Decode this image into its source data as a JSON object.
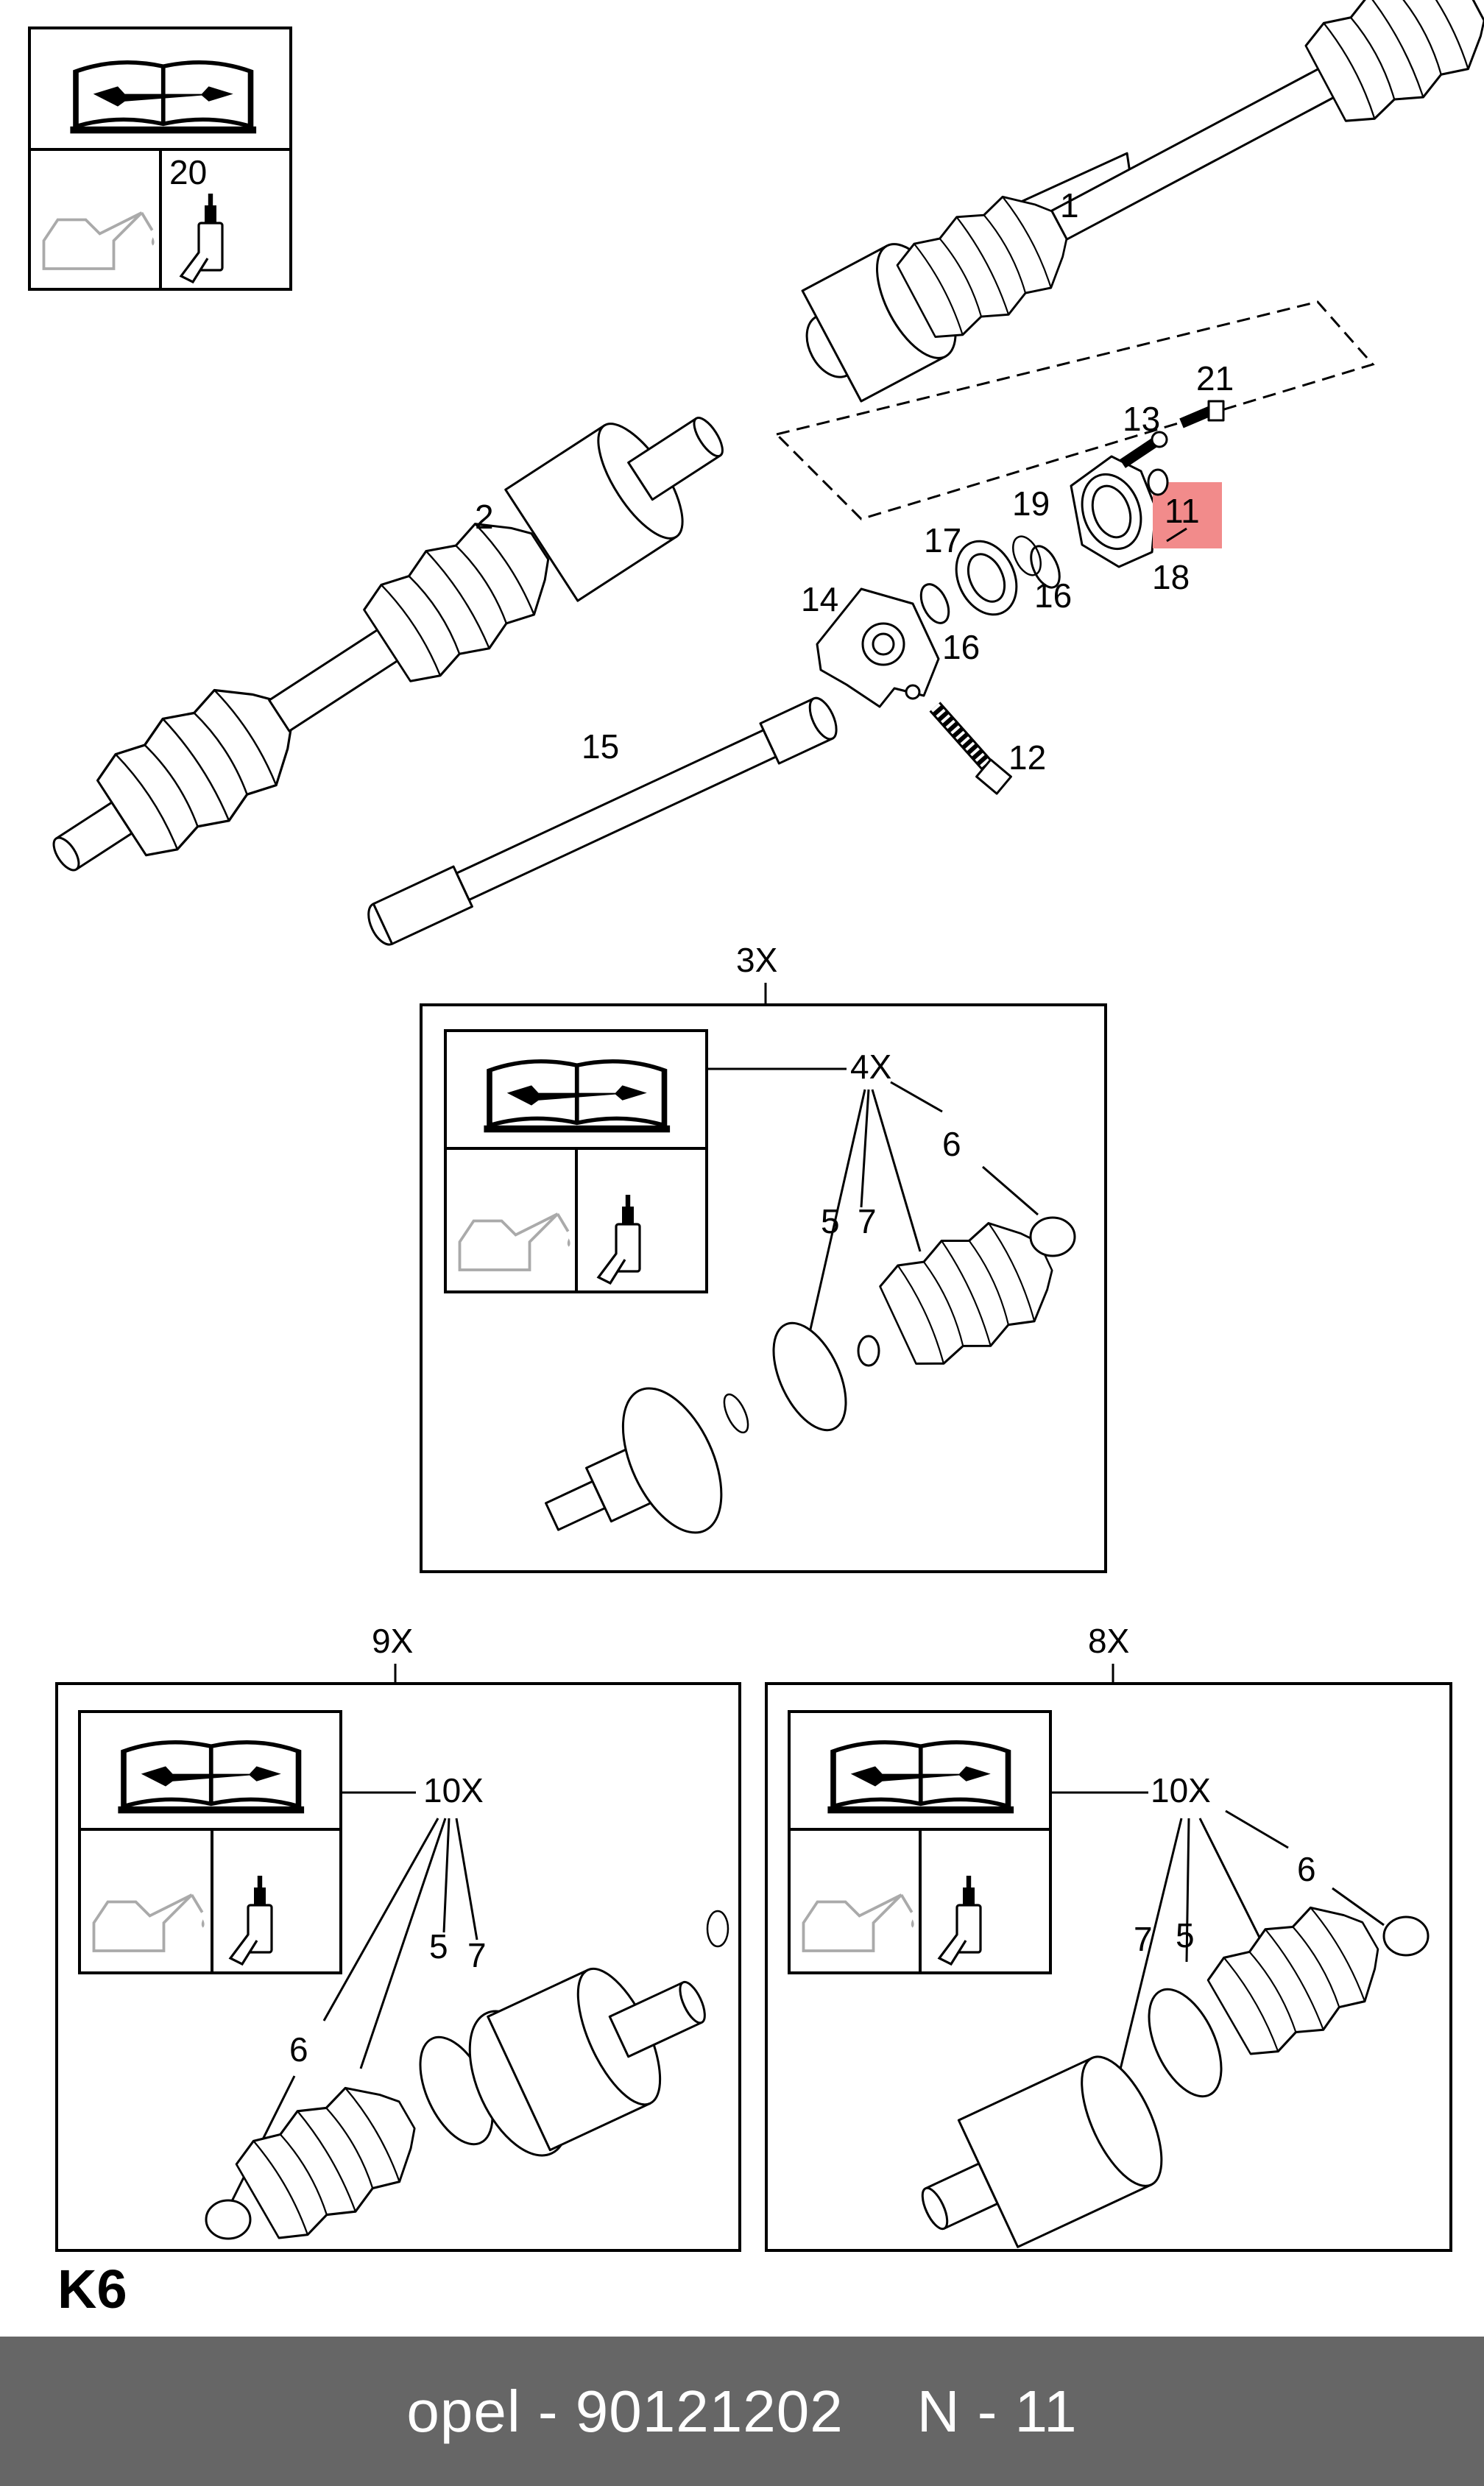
{
  "diagram": {
    "page_code": "K6",
    "highlight_color": "#f28b8b",
    "highlighted_callout": "11",
    "callouts_main": [
      "1",
      "2",
      "11",
      "12",
      "13",
      "14",
      "15",
      "16",
      "16",
      "17",
      "18",
      "19",
      "20",
      "21"
    ],
    "box_3x": {
      "title": "3X",
      "callouts": [
        "4X",
        "5",
        "6",
        "7"
      ]
    },
    "box_9x": {
      "title": "9X",
      "callouts": [
        "10X",
        "5",
        "6",
        "7"
      ]
    },
    "box_8x": {
      "title": "8X",
      "callouts": [
        "10X",
        "5",
        "6",
        "7"
      ]
    }
  },
  "footer": {
    "brand": "opel",
    "separator": "-",
    "part_number": "90121202",
    "ref": "N - 11",
    "background": "#666666"
  }
}
